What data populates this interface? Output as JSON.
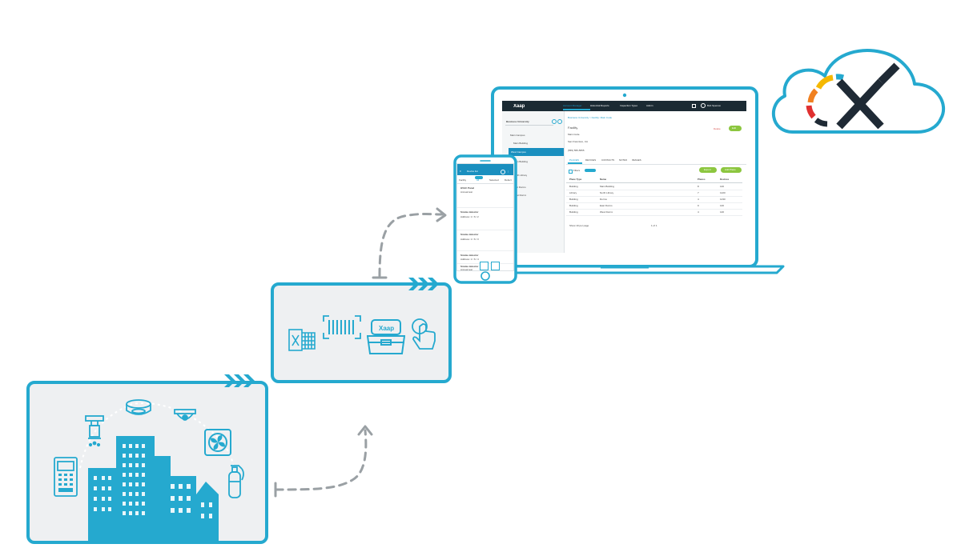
{
  "colors": {
    "primary": "#25a9cf",
    "panel_fill": "#eef0f2",
    "dark": "#1b2a33",
    "arrow_gray": "#9aa0a4",
    "green": "#8cc63f",
    "logo_dark": "#1f2a35"
  },
  "icons": {
    "building_scene": [
      "sprinkler-icon",
      "smoke-detector-icon",
      "camera-icon",
      "fan-icon",
      "fire-extinguisher-icon",
      "control-panel-icon",
      "city-buildings-icon"
    ],
    "process": [
      "excel-icon",
      "barcode-scan-icon",
      "toolbox-icon",
      "tap-icon"
    ],
    "brand": "cloud-cx-logo"
  },
  "laptop": {
    "brand": "Xaap",
    "nav": [
      "Account Manager",
      "Historical Reports",
      "Inspection Types",
      "Admin"
    ],
    "user": "Bob Spencer",
    "sidebar": {
      "account": "Business University",
      "items": [
        "Main Campus",
        "Main Building",
        "West Campus",
        "Main Building",
        "North Library",
        "East Dorms",
        "West Dorms"
      ]
    },
    "breadcrumb": "Business University > Facility: Main Code",
    "facility_title": "Facility",
    "facility_name": "Main Code",
    "facility_address": "San Francisco, CA",
    "phone": "(555) 555-5555",
    "delete_label": "Delete",
    "edit_label": "Edit",
    "tabs": [
      "PLACES",
      "DEVICES",
      "CONTACTS",
      "NOTES",
      "IMAGES"
    ],
    "filters_label": "Filters",
    "export_label": "Export",
    "add_place_label": "Add Place",
    "table": {
      "headers": [
        "Place Type",
        "Name",
        "Places",
        "Devices"
      ],
      "rows": [
        [
          "Building",
          "Main Building",
          "8",
          "140"
        ],
        [
          "Library",
          "North Library",
          "7",
          "1220"
        ],
        [
          "Building",
          "Dorms",
          "4",
          "1230"
        ],
        [
          "Building",
          "East Dorms",
          "9",
          "140"
        ],
        [
          "Building",
          "West Dorms",
          "4",
          "140"
        ]
      ]
    },
    "show_label": "Show 10 per page",
    "pagination": "1 of 1"
  },
  "phone": {
    "title": "Device list",
    "tabs": [
      "Facility",
      "All",
      "Selected",
      "Defect"
    ],
    "entries": [
      {
        "name": "HVAC Panel",
        "sub": "Annual test"
      },
      {
        "name": "Smoke detector",
        "sub": "Address: 1 / 6 / 2"
      },
      {
        "name": "Smoke detector",
        "sub": "Address: 1 / 6 / 3"
      },
      {
        "name": "Smoke detector",
        "sub": "Address: 1 / 6 / 4"
      },
      {
        "name": "Smoke detector",
        "sub": "Annual test"
      }
    ]
  }
}
